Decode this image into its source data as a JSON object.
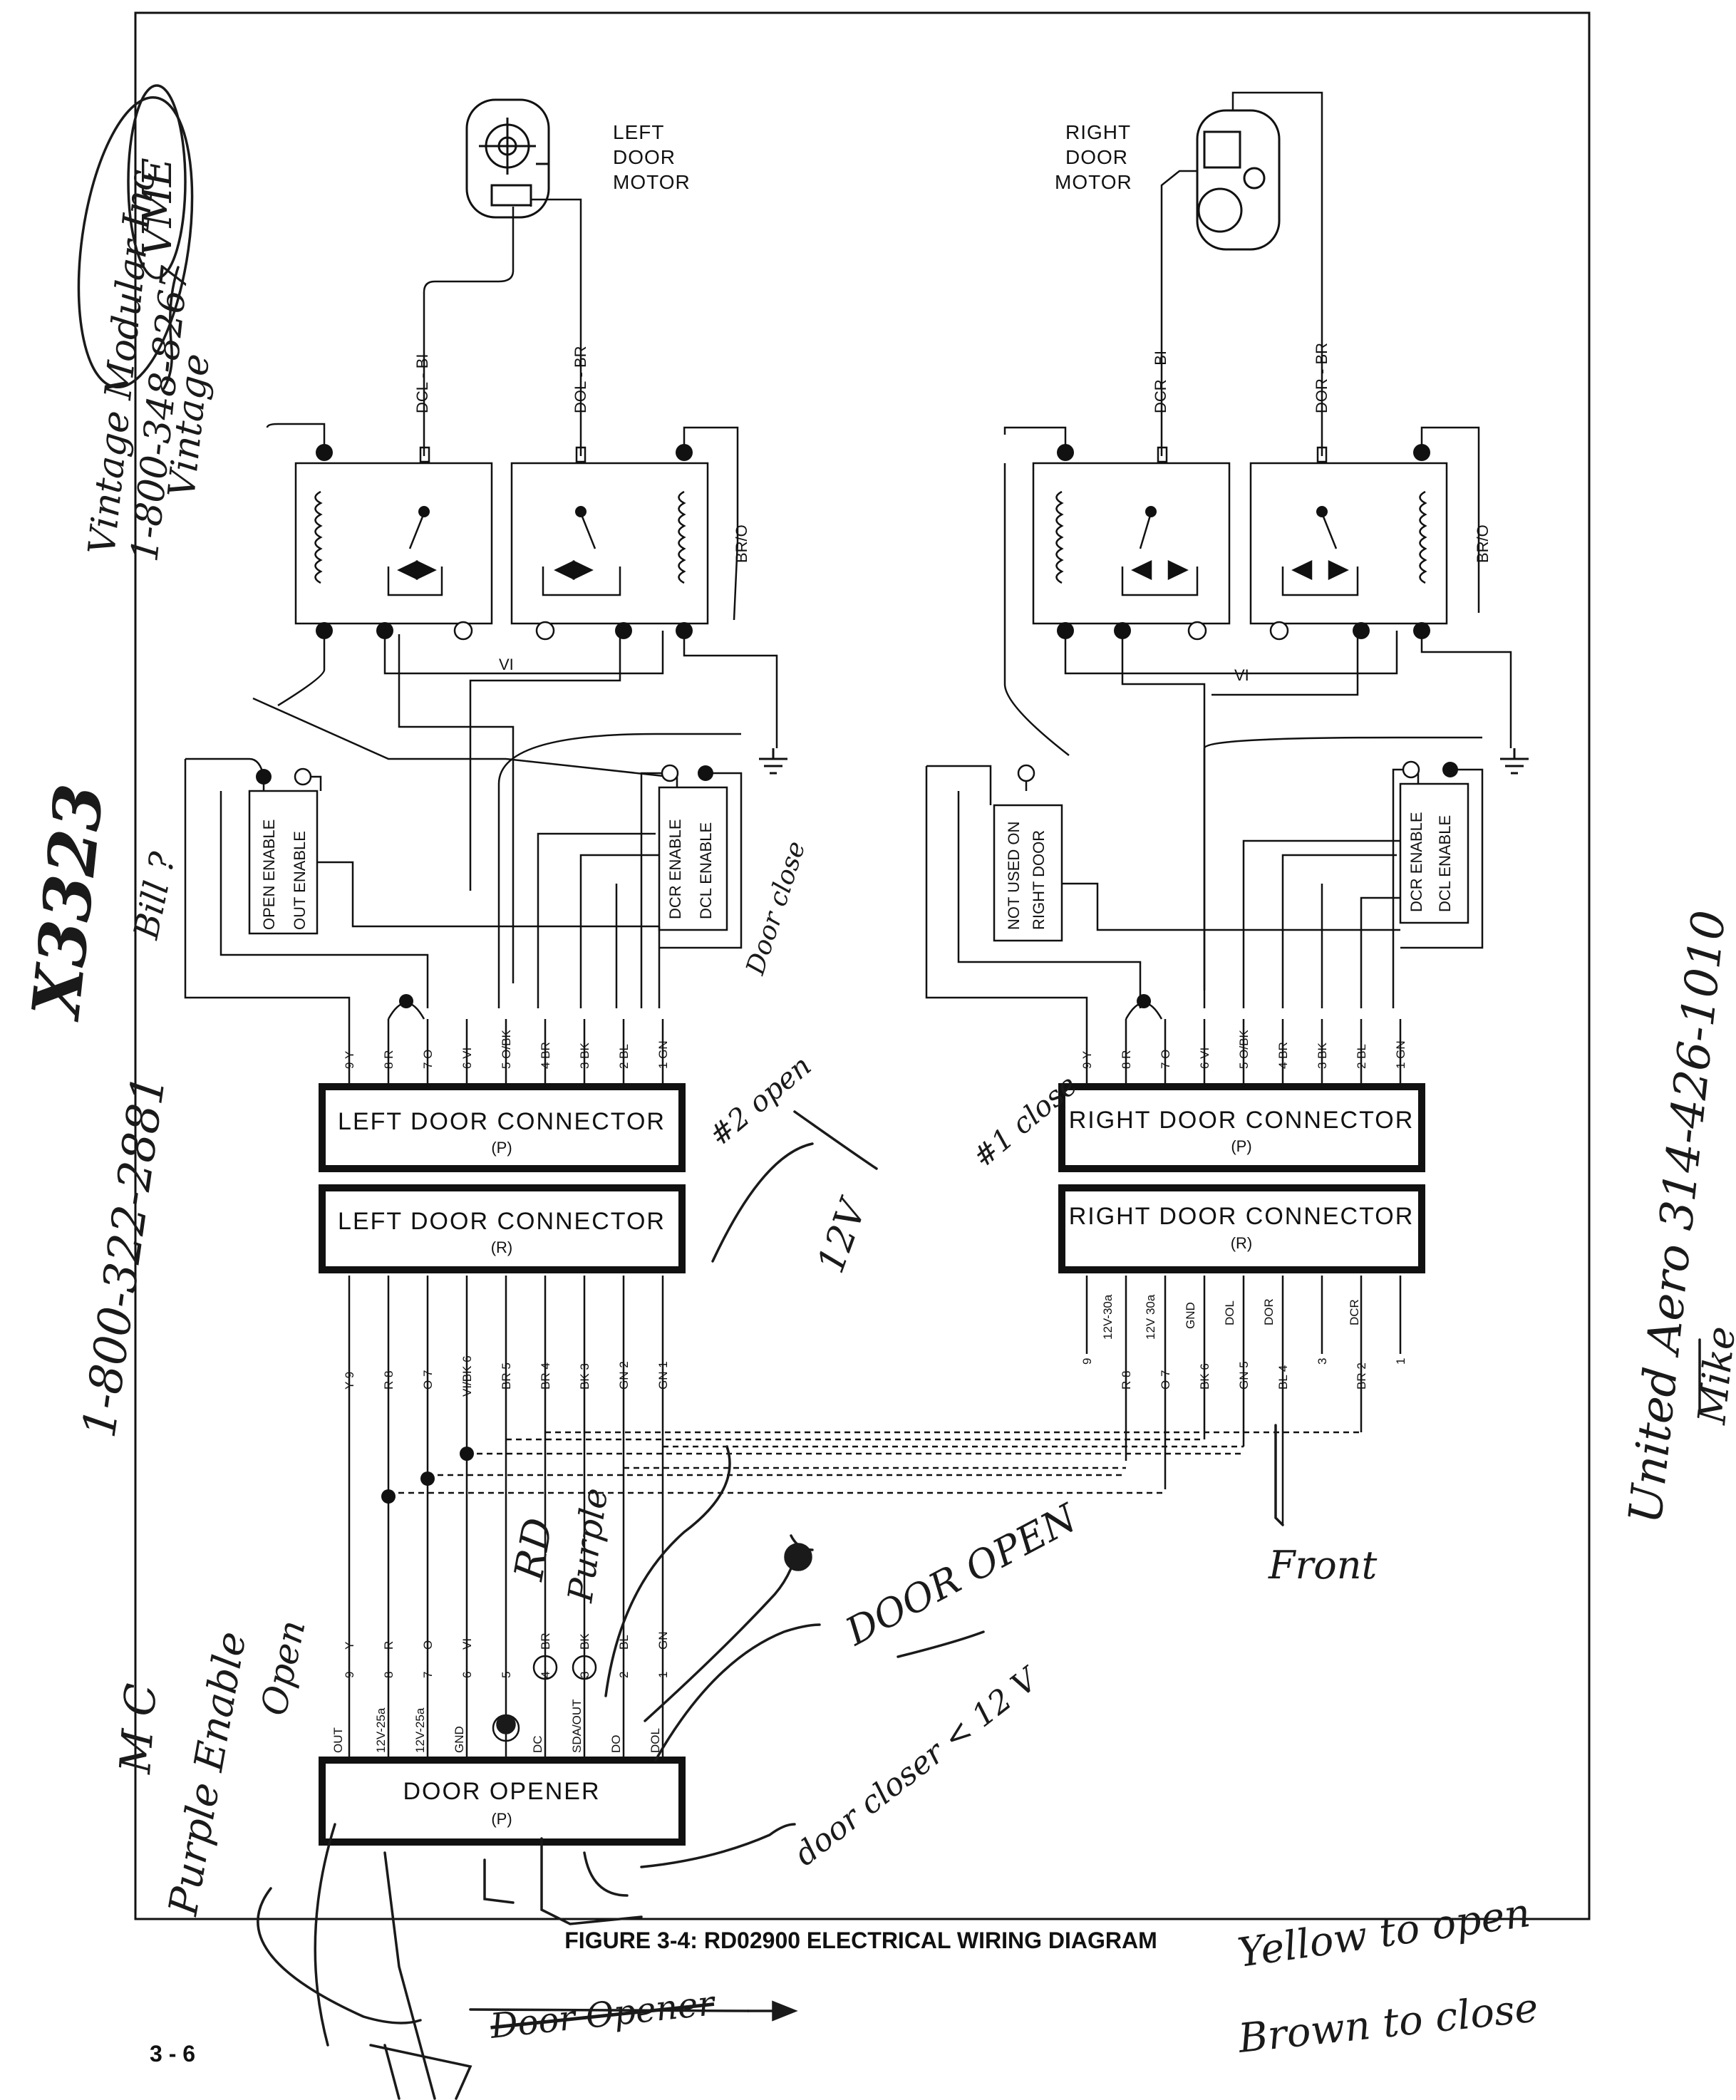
{
  "figure": {
    "caption": "FIGURE 3-4: RD02900 ELECTRICAL WIRING DIAGRAM",
    "page_number": "3 - 6"
  },
  "motors": {
    "left": [
      "LEFT",
      "DOOR",
      "MOTOR"
    ],
    "right": [
      "RIGHT",
      "DOOR",
      "MOTOR"
    ]
  },
  "motor_wires": {
    "left": [
      "DCL - BI",
      "DOL - BR"
    ],
    "right": [
      "DCR - BI",
      "DOR - BR"
    ]
  },
  "relay_labels": {
    "vi": "VI",
    "br_o": "BR/O"
  },
  "enable_modules": {
    "left_open": [
      "OPEN ENABLE",
      "OUT ENABLE"
    ],
    "left_close": [
      "DCR ENABLE",
      "DCL ENABLE"
    ],
    "right_unused": [
      "NOT USED ON",
      "RIGHT DOOR"
    ],
    "right_close": [
      "DCR ENABLE",
      "DCL ENABLE"
    ]
  },
  "connectors": {
    "left_p": {
      "title": "LEFT DOOR CONNECTOR",
      "sub": "(P)"
    },
    "left_r": {
      "title": "LEFT DOOR CONNECTOR",
      "sub": "(R)"
    },
    "right_p": {
      "title": "RIGHT DOOR CONNECTOR",
      "sub": "(P)"
    },
    "right_r": {
      "title": "RIGHT DOOR CONNECTOR",
      "sub": "(R)"
    },
    "opener": {
      "title": "DOOR OPENER",
      "sub": "(P)"
    }
  },
  "pins": {
    "left_top": [
      "9 Y",
      "8 R",
      "7 O",
      "6 VI",
      "5 O/BK",
      "4 BR",
      "3 BK",
      "2 BL",
      "1 GN"
    ],
    "right_top": [
      "9 Y",
      "8 R",
      "7 O",
      "6 VI",
      "5 O/BK",
      "4 BR",
      "3 BK",
      "2 BL",
      "1 GN"
    ],
    "left_bottom": [
      "Y 9",
      "R 8",
      "O 7",
      "VI/BK 6",
      "BR 5",
      "BR 4",
      "BK 3",
      "GN 2",
      "GN 1"
    ],
    "right_bottom": [
      "9",
      "R 8",
      "O 7",
      "BK 6",
      "GN 5",
      "BL 4",
      "3",
      "BR 2",
      "1"
    ],
    "right_bottom_func": [
      "12V-30a",
      "12V 30a",
      "GND",
      "DOL",
      "DOR",
      "DCR"
    ],
    "opener_colors": [
      "Y",
      "R",
      "O",
      "VI",
      "",
      "BR",
      "BK",
      "BL",
      "GN"
    ],
    "opener_nums": [
      "9",
      "8",
      "7",
      "6",
      "5",
      "4",
      "3",
      "2",
      "1"
    ],
    "opener_func": [
      "OUT",
      "12V-25a",
      "12V-25a",
      "GND",
      "",
      "DC",
      "SDA/OUT",
      "DO",
      "DOL"
    ]
  },
  "handwriting": {
    "top_left_note": [
      "Vintage Modular Inc",
      "1-800-348-8267",
      "Vintage"
    ],
    "vme": "VME",
    "part_no": "X3323",
    "bill": "Bill ?",
    "phone_left": "1-800-322-2881",
    "close_note": "Door close",
    "left_conn_note": "#2 open",
    "right_conn_note": "#1 close",
    "wire_note": "12V",
    "rd_note": "RD",
    "purple_note": "Purple",
    "door_open_note": "DOOR OPEN",
    "door_closer_note": "door closer < 12 V",
    "front_note": "Front",
    "united_note": "United Aero 314-426-1010",
    "mike": "Mike",
    "mc_note": "M C",
    "purple_enable": "Purple Enable",
    "open_note": "Open",
    "yellow_note": "Yellow to open",
    "brown_note": "Brown to close",
    "door_opener_struck": "Door Opener"
  }
}
